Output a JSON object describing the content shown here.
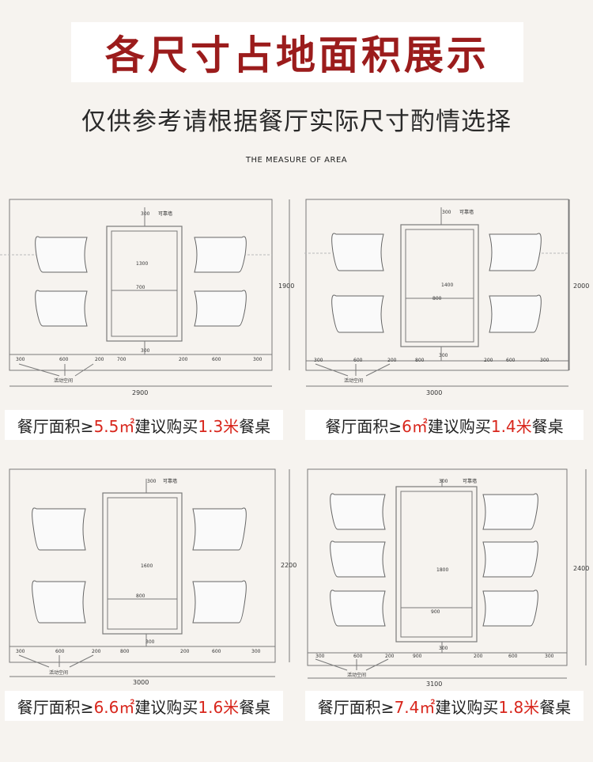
{
  "header": {
    "title": "各尺寸占地面积展示",
    "subtitle": "仅供参考请根据餐厅实际尺寸酌情选择",
    "measure": "THE MEASURE OF AREA"
  },
  "colors": {
    "title_red": "#9b1c1c",
    "highlight_red": "#d8261c",
    "background": "#f6f3ef"
  },
  "plans": [
    {
      "wall_label": "可靠墙",
      "top_clearance": "300",
      "table_length": "1300",
      "table_width": "700",
      "bottom_clearance": "300",
      "height": "1900",
      "width": "2900",
      "activity_label": "活动空间",
      "dims": [
        "300",
        "600",
        "200",
        "700",
        "200",
        "600",
        "300"
      ],
      "caption": {
        "prefix": "餐厅面积≥",
        "area": "5.5㎡",
        "middle": "建议购买",
        "size": "1.3米",
        "suffix": "餐桌"
      }
    },
    {
      "wall_label": "可靠墙",
      "top_clearance": "300",
      "table_length": "1400",
      "table_width": "800",
      "bottom_clearance": "300",
      "height": "2000",
      "width": "3000",
      "activity_label": "活动空间",
      "dims": [
        "300",
        "600",
        "200",
        "800",
        "200",
        "600",
        "300"
      ],
      "caption": {
        "prefix": "餐厅面积≥",
        "area": "6㎡",
        "middle": "建议购买",
        "size": "1.4米",
        "suffix": "餐桌"
      }
    },
    {
      "wall_label": "可靠墙",
      "top_clearance": "300",
      "table_length": "1600",
      "table_width": "800",
      "bottom_clearance": "300",
      "height": "2200",
      "width": "3000",
      "activity_label": "活动空间",
      "dims": [
        "300",
        "600",
        "200",
        "800",
        "200",
        "600",
        "300"
      ],
      "caption": {
        "prefix": "餐厅面积≥",
        "area": "6.6㎡",
        "middle": "建议购买",
        "size": "1.6米",
        "suffix": "餐桌"
      }
    },
    {
      "wall_label": "可靠墙",
      "top_clearance": "300",
      "table_length": "1800",
      "table_width": "900",
      "bottom_clearance": "300",
      "height": "2400",
      "width": "3100",
      "activity_label": "活动空间",
      "dims": [
        "300",
        "600",
        "200",
        "900",
        "200",
        "600",
        "300"
      ],
      "caption": {
        "prefix": "餐厅面积≥",
        "area": "7.4㎡",
        "middle": "建议购买",
        "size": "1.8米",
        "suffix": "餐桌"
      }
    }
  ]
}
